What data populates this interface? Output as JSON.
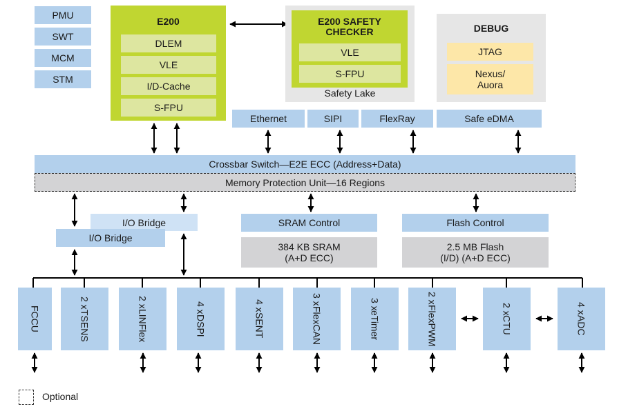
{
  "title_blocks": {
    "system_blocks": [
      "PMU",
      "SWT",
      "MCM",
      "STM"
    ],
    "core": {
      "title": "E200",
      "units": [
        "DLEM",
        "VLE",
        "I/D-Cache",
        "S-FPU"
      ]
    },
    "safety_lake": {
      "label": "Safety Lake",
      "checker_title_line1": "E200 SAFETY",
      "checker_title_line2": "CHECKER",
      "units": [
        "VLE",
        "S-FPU"
      ]
    },
    "debug": {
      "title": "DEBUG",
      "units": [
        "JTAG",
        "Nexus/",
        "Auora"
      ]
    }
  },
  "masters": [
    "Ethernet",
    "SIPI",
    "FlexRay",
    "Safe eDMA"
  ],
  "crossbar": "Crossbar Switch—E2E ECC (Address+Data)",
  "mpu": "Memory Protection Unit—16 Regions",
  "bridges": [
    "I/O Bridge",
    "I/O Bridge"
  ],
  "memory": {
    "sram_control": "SRAM Control",
    "sram_line1": "384 KB SRAM",
    "sram_line2": "(A+D ECC)",
    "flash_control": "Flash Control",
    "flash_line1": "2.5 MB Flash",
    "flash_line2": "(I/D) (A+D ECC)"
  },
  "peripherals": [
    {
      "count": "",
      "name": "FCCU"
    },
    {
      "count": "2 x",
      "name": "TSENS"
    },
    {
      "count": "2 x",
      "name": "LINFlex"
    },
    {
      "count": "4 x",
      "name": "DSPI"
    },
    {
      "count": "4 x",
      "name": "SENT"
    },
    {
      "count": "3 x",
      "name": "FlexCAN"
    },
    {
      "count": "3 x",
      "name": "eTimer"
    },
    {
      "count": "2 x",
      "name": "FlexPWM"
    },
    {
      "count": "2 x",
      "name": "CTU"
    },
    {
      "count": "4 x",
      "name": "ADC"
    }
  ],
  "legend": {
    "optional": "Optional"
  },
  "colors": {
    "peripheral_blue": "#b3d0ec",
    "core_green": "#c0d631",
    "unit_light_green": "#dde6a0",
    "memory_gray": "#d3d3d5",
    "debug_yellow": "#fde7a8"
  }
}
